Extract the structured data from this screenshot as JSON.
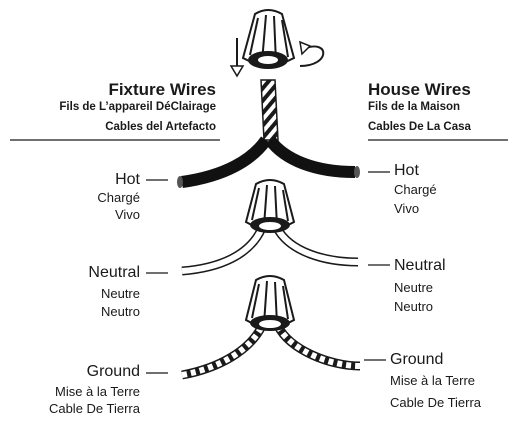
{
  "fixture": {
    "title": "Fixture Wires",
    "subtitle_fr": "Fils de L’appareil DéClairage",
    "subtitle_es": "Cables del Artefacto"
  },
  "house": {
    "title": "House Wires",
    "subtitle_fr": "Fils de la Maison",
    "subtitle_es": "Cables De La Casa"
  },
  "left_labels": {
    "hot": {
      "en": "Hot",
      "fr": "Chargé",
      "es": "Vivo"
    },
    "neutral": {
      "en": "Neutral",
      "fr": "Neutre",
      "es": "Neutro"
    },
    "ground": {
      "en": "Ground",
      "fr": "Mise à la Terre",
      "es": "Cable De Tierra"
    }
  },
  "right_labels": {
    "hot": {
      "en": "Hot",
      "fr": "Chargé",
      "es": "Vivo"
    },
    "neutral": {
      "en": "Neutral",
      "fr": "Neutre",
      "es": "Neutro"
    },
    "ground": {
      "en": "Ground",
      "fr": "Mise à la Terre",
      "es": "Cable De Tierra"
    }
  },
  "colors": {
    "ink": "#1a1a1a",
    "hot_wire": "#111111",
    "neutral_wire": "#ffffff"
  }
}
